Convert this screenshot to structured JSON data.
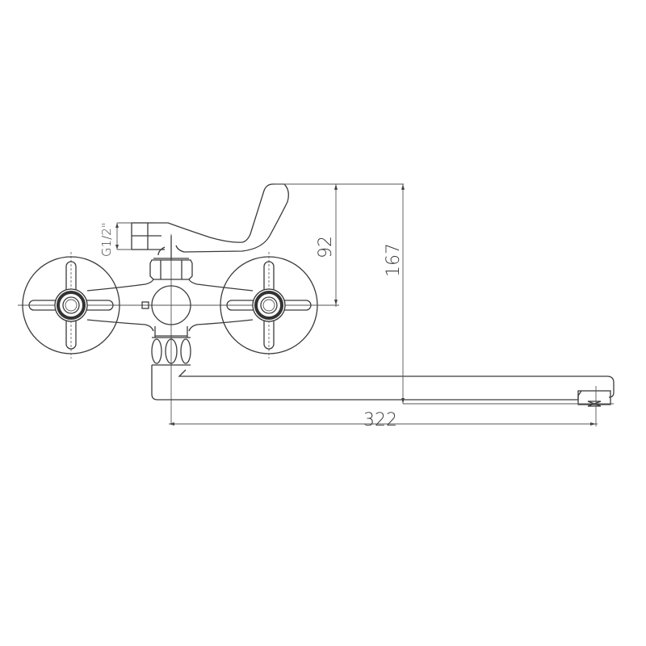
{
  "drawing": {
    "subject": "Wall-mounted two-handle bath mixer with long swivel spout and diverter lever",
    "line_color": "#3a3a3a",
    "background": "#ffffff"
  },
  "dimensions": {
    "thread": "G1/2\"",
    "height_to_centre": "92",
    "total_height": "167",
    "spout_reach": "322"
  }
}
